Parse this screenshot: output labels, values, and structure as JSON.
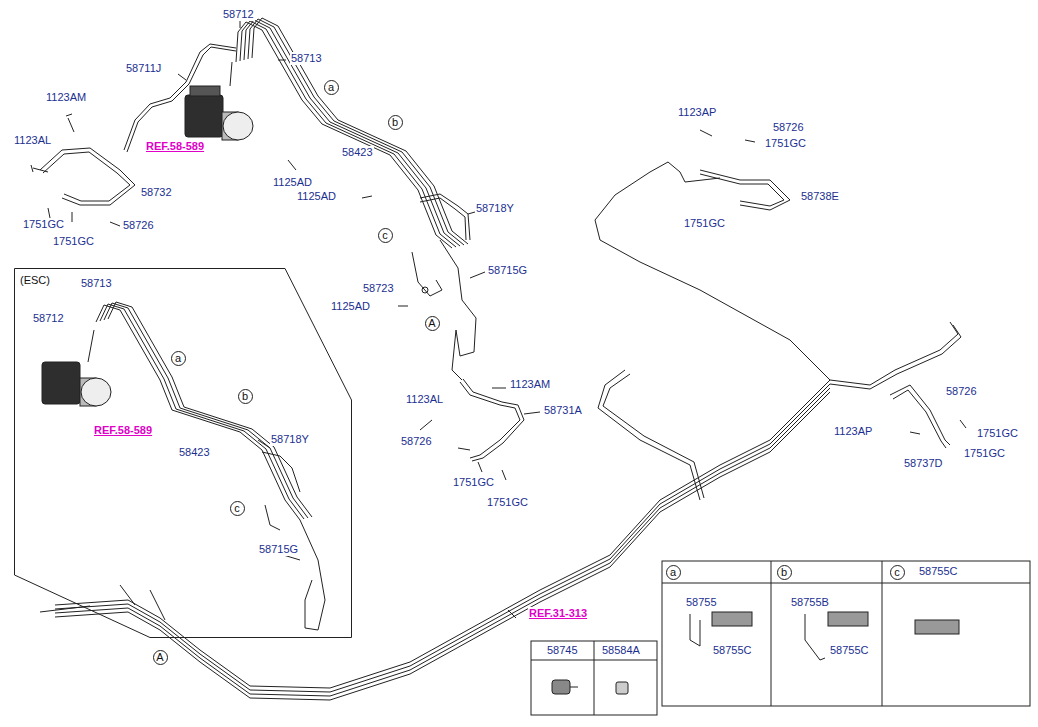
{
  "diagram": {
    "nodes": [
      {
        "text": [
          "(ESC)"
        ]
      },
      {
        "text": [
          "a"
        ],
        "in": 0
      },
      {
        "text": [
          "b"
        ],
        "in": 0
      },
      {
        "text": [
          "c"
        ],
        "in": 0
      },
      {
        "text": [
          "a"
        ]
      },
      {
        "text": [
          "b"
        ]
      },
      {
        "text": [
          "c"
        ]
      },
      {
        "text": [
          "A"
        ]
      },
      {
        "text": [
          "A"
        ]
      },
      {
        "text": [
          "a"
        ]
      },
      {
        "text": [
          "b"
        ]
      },
      {
        "text": [
          "c"
        ]
      }
    ],
    "labels": [
      "58712",
      "58711J",
      "58713",
      "1123AM",
      "1123AL",
      "REF.58-589",
      "58423",
      "58732",
      "1125AD",
      "1125AD",
      "58718Y",
      "1751GC",
      "58726",
      "1751GC",
      "58715G",
      "58723",
      "1125AD",
      "1123AM",
      "1123AL",
      "58731A",
      "58726",
      "1751GC",
      "1751GC",
      "58713",
      "58712",
      "REF.58-589",
      "58423",
      "58718Y",
      "58715G",
      "1123AP",
      "58726",
      "1751GC",
      "58738E",
      "1751GC",
      "58726",
      "1123AP",
      "1751GC",
      "58737D",
      "1751GC",
      "REF.31-313",
      "58745",
      "58584A",
      "58755C",
      "58755",
      "58755C",
      "58755B",
      "58755C"
    ]
  }
}
